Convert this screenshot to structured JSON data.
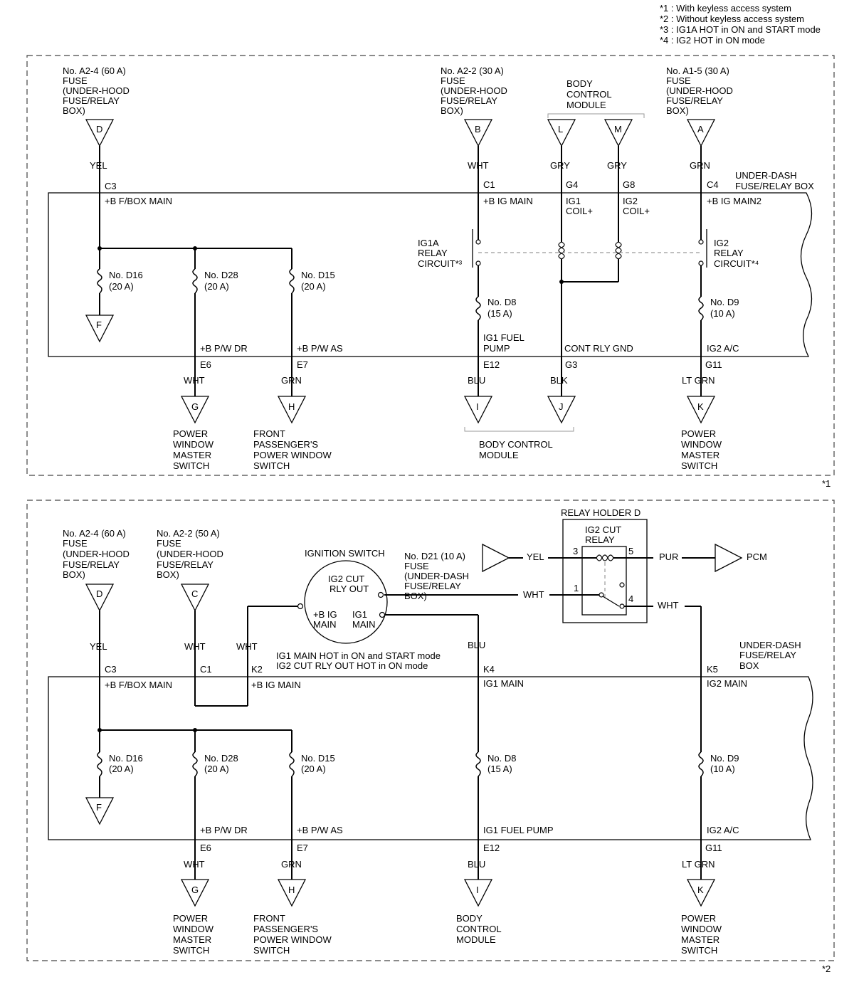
{
  "notes": [
    "*1 : With keyless access system",
    "*2 : Without keyless access system",
    "*3 : IG1A HOT in ON and START mode",
    "*4 : IG2 HOT in ON mode"
  ],
  "panel1": {
    "tag": "*1",
    "fuses_top": [
      {
        "lines": [
          "No. A2-4 (60 A)",
          "FUSE",
          "(UNDER-HOOD",
          "FUSE/RELAY",
          "BOX)"
        ]
      },
      {
        "lines": [
          "No. A2-2 (30 A)",
          "FUSE",
          "(UNDER-HOOD",
          "FUSE/RELAY",
          "BOX)"
        ]
      },
      {
        "lines": [
          "No. A1-5 (30 A)",
          "FUSE",
          "(UNDER-HOOD",
          "FUSE/RELAY",
          "BOX)"
        ]
      }
    ],
    "bcm_lines": [
      "BODY",
      "CONTROL",
      "MODULE"
    ],
    "top_letters": [
      "D",
      "B",
      "L",
      "M",
      "A"
    ],
    "top_colors": [
      "YEL",
      "WHT",
      "GRY",
      "GRY",
      "GRN"
    ],
    "top_pins": [
      "C3",
      "C1",
      "G4",
      "G8",
      "C4"
    ],
    "box_title": [
      "UNDER-DASH",
      "FUSE/RELAY BOX"
    ],
    "internal": [
      "+B F/BOX MAIN",
      "+B IG MAIN",
      "+B IG MAIN2"
    ],
    "coil_labels": [
      [
        "IG1",
        "COIL+"
      ],
      [
        "IG2",
        "COIL+"
      ]
    ],
    "ig1a_relay": [
      "IG1A",
      "RELAY",
      "CIRCUIT*³"
    ],
    "ig2_relay": [
      "IG2",
      "RELAY",
      "CIRCUIT*⁴"
    ],
    "fuses": [
      [
        "No. D16",
        "(20 A)"
      ],
      [
        "No. D28",
        "(20 A)"
      ],
      [
        "No. D15",
        "(20 A)"
      ],
      [
        "No. D8",
        "(15 A)"
      ],
      [
        "No. D9",
        "(10 A)"
      ]
    ],
    "bottom_internal": [
      "+B P/W DR",
      "+B P/W AS",
      "IG1 FUEL",
      "PUMP",
      "CONT RLY GND",
      "IG2 A/C"
    ],
    "bottom_pins": [
      "E6",
      "E7",
      "E12",
      "G3",
      "G11"
    ],
    "bottom_colors": [
      "WHT",
      "GRN",
      "BLU",
      "BLK",
      "LT GRN"
    ],
    "bottom_letters": [
      "F",
      "G",
      "H",
      "I",
      "J",
      "K"
    ],
    "dest_pwms": [
      "POWER",
      "WINDOW",
      "MASTER",
      "SWITCH"
    ],
    "dest_fpws": [
      "FRONT",
      "PASSENGER'S",
      "POWER WINDOW",
      "SWITCH"
    ],
    "dest_bcm": [
      "BODY CONTROL",
      "MODULE"
    ],
    "dest_pwms2": [
      "POWER",
      "WINDOW",
      "MASTER",
      "SWITCH"
    ]
  },
  "panel2": {
    "tag": "*2",
    "fuses_top": [
      {
        "lines": [
          "No. A2-4 (60 A)",
          "FUSE",
          "(UNDER-HOOD",
          "FUSE/RELAY",
          "BOX)"
        ]
      },
      {
        "lines": [
          "No. A2-2 (50 A)",
          "FUSE",
          "(UNDER-HOOD",
          "FUSE/RELAY",
          "BOX)"
        ]
      }
    ],
    "top_letters": [
      "D",
      "C"
    ],
    "ignition_switch": "IGNITION SWITCH",
    "ig2_cut_rly_out": [
      "IG2 CUT",
      "RLY OUT"
    ],
    "b_ig_main": [
      "+B IG",
      "MAIN"
    ],
    "ig1_main_sw": [
      "IG1",
      "MAIN"
    ],
    "d21_fuse": [
      "No. D21 (10 A)",
      "FUSE",
      "(UNDER-DASH",
      "FUSE/RELAY",
      "BOX)"
    ],
    "relay_holder": "RELAY HOLDER D",
    "ig2_cut_relay": [
      "IG2 CUT",
      "RELAY"
    ],
    "relay_pins": [
      "3",
      "5",
      "1",
      "4"
    ],
    "relay_colors": [
      "YEL",
      "PUR",
      "WHT",
      "WHT"
    ],
    "pcm": "PCM",
    "top_colors": [
      "YEL",
      "WHT",
      "WHT",
      "BLU"
    ],
    "mode_notes": [
      "IG1 MAIN HOT in ON and START mode",
      "IG2 CUT RLY OUT HOT in ON mode"
    ],
    "top_pins": [
      "C3",
      "C1",
      "K2",
      "K4",
      "K5"
    ],
    "box_title": [
      "UNDER-DASH",
      "FUSE/RELAY",
      "BOX"
    ],
    "internal": [
      "+B F/BOX MAIN",
      "+B IG MAIN",
      "IG1 MAIN",
      "IG2 MAIN"
    ],
    "fuses": [
      [
        "No. D16",
        "(20 A)"
      ],
      [
        "No. D28",
        "(20 A)"
      ],
      [
        "No. D15",
        "(20 A)"
      ],
      [
        "No. D8",
        "(15 A)"
      ],
      [
        "No. D9",
        "(10 A)"
      ]
    ],
    "bottom_internal": [
      "+B P/W DR",
      "+B P/W AS",
      "IG1 FUEL PUMP",
      "IG2 A/C"
    ],
    "bottom_pins": [
      "E6",
      "E7",
      "E12",
      "G11"
    ],
    "bottom_colors": [
      "WHT",
      "GRN",
      "BLU",
      "LT GRN"
    ],
    "bottom_letters": [
      "F",
      "G",
      "H",
      "I",
      "K"
    ],
    "dest_pwms": [
      "POWER",
      "WINDOW",
      "MASTER",
      "SWITCH"
    ],
    "dest_fpws": [
      "FRONT",
      "PASSENGER'S",
      "POWER WINDOW",
      "SWITCH"
    ],
    "dest_bcm": [
      "BODY",
      "CONTROL",
      "MODULE"
    ],
    "dest_pwms2": [
      "POWER",
      "WINDOW",
      "MASTER",
      "SWITCH"
    ]
  }
}
